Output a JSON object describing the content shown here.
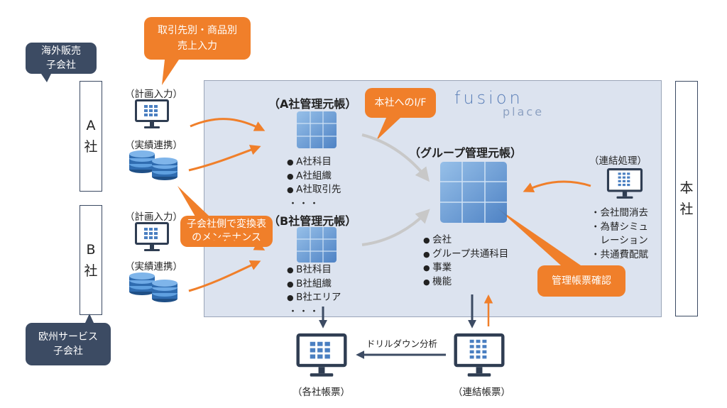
{
  "boxes": {
    "a_company": "A\n社",
    "b_company": "B\n社",
    "head_office": "本\n社"
  },
  "callouts": {
    "overseas_sales": [
      "海外販売",
      "子会社"
    ],
    "eu_service": [
      "欧州サービス",
      "子会社"
    ],
    "per_client_input": [
      "取引先別・商品別",
      "売上入力"
    ],
    "hq_interface": "本社へのI/F",
    "subsidiary_maintenance": [
      "子会社側で変換表",
      "のメンテナンス"
    ],
    "mgmt_report_check": "管理帳票確認"
  },
  "labels": {
    "plan_input_a": "（計画入力）",
    "actual_link_a": "（実績連携）",
    "plan_input_b": "（計画入力）",
    "actual_link_b": "（実績連携）",
    "consolidation": "（連結処理）",
    "each_company_report": "（各社帳票）",
    "consolidated_report": "（連結帳票）",
    "drilldown": "ドリルダウン分析"
  },
  "ledgers": {
    "a": {
      "title": "（A社管理元帳）",
      "items": [
        "A社科目",
        "A社組織",
        "A社取引先"
      ],
      "more": "・・・"
    },
    "b": {
      "title": "（B社管理元帳）",
      "items": [
        "B社科目",
        "B社組織",
        "B社エリア"
      ],
      "more": "・・・"
    },
    "group": {
      "title": "（グループ管理元帳）",
      "items": [
        "会社",
        "グループ共通科目",
        "事業",
        "機能"
      ]
    }
  },
  "consolidation_items": [
    "・会社間消去",
    "・為替シミュ",
    "　レーション",
    "・共通費配賦"
  ],
  "logo": {
    "line1": "fusion",
    "line2": "place"
  },
  "colors": {
    "orange": "#f07f2a",
    "navy": "#3c4b63",
    "panel": "#dce3ef",
    "cube": "#5b8fd0"
  },
  "icons": [
    "monitor-icon",
    "database-icon",
    "cube-icon",
    "report-monitor-icon",
    "table-monitor-icon"
  ]
}
